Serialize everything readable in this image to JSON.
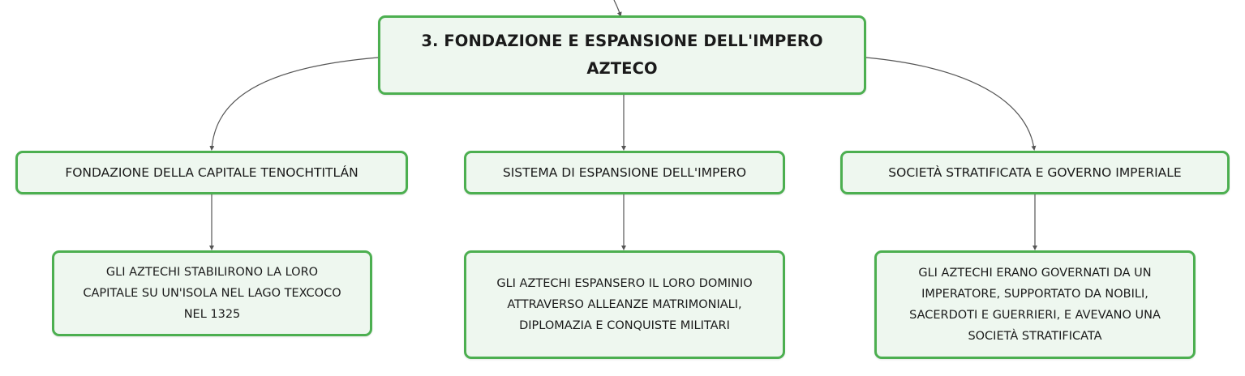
{
  "colors": {
    "node_border": "#4caf50",
    "node_fill": "#eef7ef",
    "connector": "#555555"
  },
  "root": {
    "text": "3. FONDAZIONE E ESPANSIONE DELL'IMPERO\nAZTECO"
  },
  "branches": [
    {
      "label": "FONDAZIONE DELLA CAPITALE TENOCHTITLÁN",
      "detail": "GLI AZTECHI STABILIRONO LA LORO\nCAPITALE SU UN'ISOLA NEL LAGO TEXCOCO\nNEL 1325"
    },
    {
      "label": "SISTEMA DI ESPANSIONE DELL'IMPERO",
      "detail": "GLI AZTECHI ESPANSERO IL LORO DOMINIO\nATTRAVERSO ALLEANZE MATRIMONIALI,\nDIPLOMAZIA E CONQUISTE MILITARI"
    },
    {
      "label": "SOCIETÀ STRATIFICATA E GOVERNO IMPERIALE",
      "detail": "GLI AZTECHI ERANO GOVERNATI DA UN\nIMPERATORE, SUPPORTATO DA NOBILI,\nSACERDOTI E GUERRIERI, E AVEVANO UNA\nSOCIETÀ STRATIFICATA"
    }
  ]
}
